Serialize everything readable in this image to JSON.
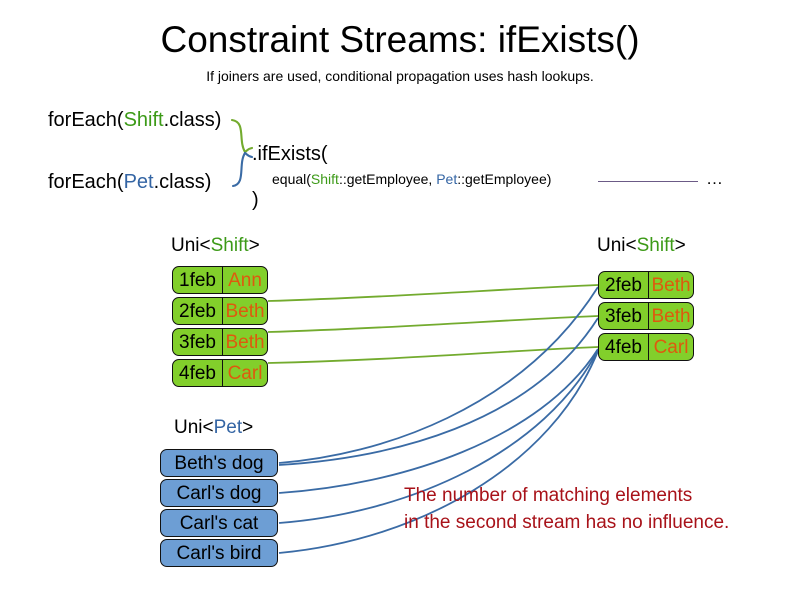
{
  "header": {
    "title": "Constraint Streams: ifExists()",
    "subtitle": "If joiners are used, conditional propagation uses hash lookups."
  },
  "code": {
    "foreach_shift_prefix": "forEach(",
    "foreach_shift_type": "Shift",
    "foreach_shift_suffix": ".class)",
    "foreach_pet_prefix": "forEach(",
    "foreach_pet_type": "Pet",
    "foreach_pet_suffix": ".class)",
    "if_exists": ".ifExists(",
    "equal_prefix": "equal(",
    "equal_shift_type": "Shift",
    "equal_shift_method": "::getEmployee, ",
    "equal_pet_type": "Pet",
    "equal_pet_method": "::getEmployee)",
    "close_paren": ")",
    "ellipsis": "…"
  },
  "streams": {
    "left_shift_label_prefix": "Uni<",
    "left_shift_label_type": "Shift",
    "left_shift_label_suffix": ">",
    "right_shift_label_prefix": "Uni<",
    "right_shift_label_type": "Shift",
    "right_shift_label_suffix": ">",
    "pet_label_prefix": "Uni<",
    "pet_label_type": "Pet",
    "pet_label_suffix": ">",
    "left_shift_rows": [
      {
        "date": "1feb",
        "name": "Ann"
      },
      {
        "date": "2feb",
        "name": "Beth"
      },
      {
        "date": "3feb",
        "name": "Beth"
      },
      {
        "date": "4feb",
        "name": "Carl"
      }
    ],
    "right_shift_rows": [
      {
        "date": "2feb",
        "name": "Beth"
      },
      {
        "date": "3feb",
        "name": "Beth"
      },
      {
        "date": "4feb",
        "name": "Carl"
      }
    ],
    "pet_rows": [
      {
        "label": "Beth's dog"
      },
      {
        "label": "Carl's dog"
      },
      {
        "label": "Carl's cat"
      },
      {
        "label": "Carl's bird"
      }
    ]
  },
  "annotation": {
    "line1": "The number of matching elements",
    "line2": "in the second stream has no influence."
  },
  "colors": {
    "shift_green": "#82cf2b",
    "shift_name_orange": "#de5a0e",
    "pet_blue": "#6d9ed4",
    "wire_green": "#73ab2e",
    "wire_blue": "#3a6ba5",
    "annotation_red": "#a81219",
    "type_shift": "#3c9a17",
    "type_pet": "#3465a4",
    "equal_rule": "#6b5a86"
  }
}
